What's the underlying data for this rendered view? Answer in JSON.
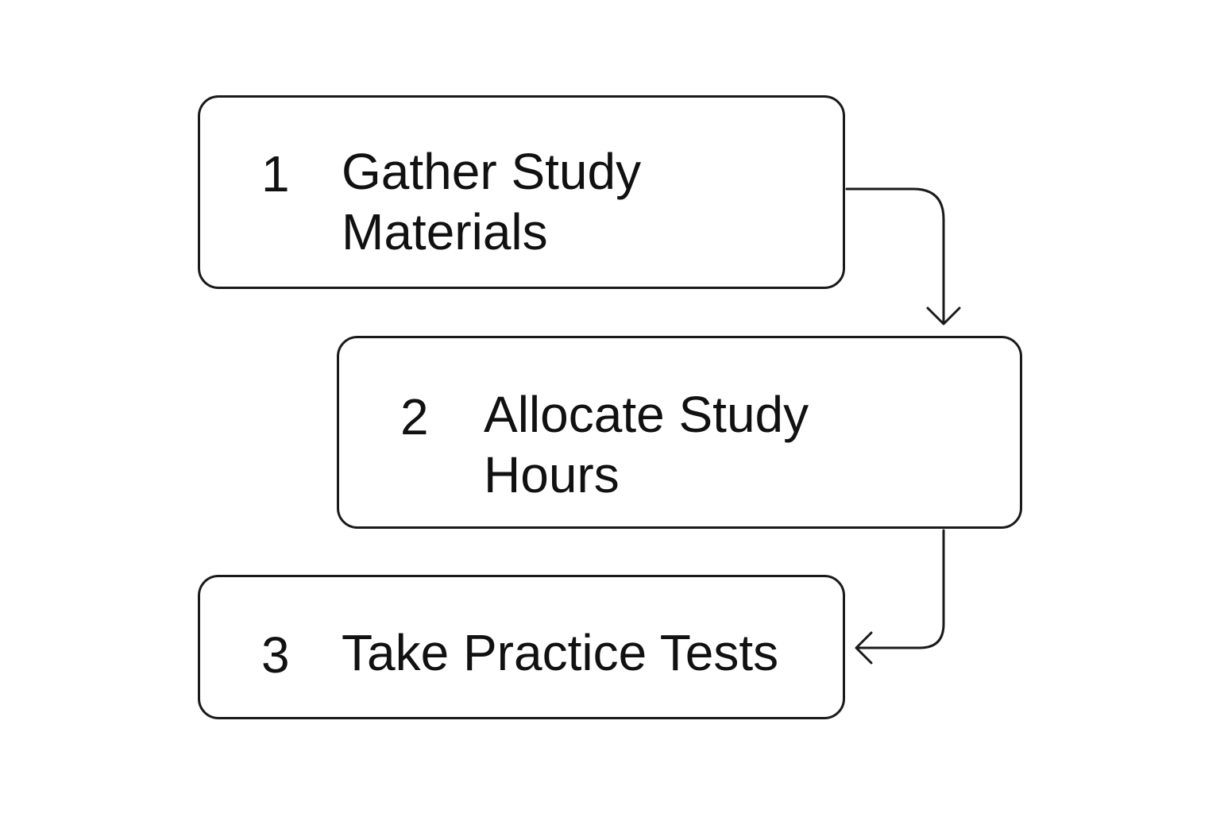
{
  "steps": [
    {
      "number": "1",
      "label": "Gather Study\nMaterials"
    },
    {
      "number": "2",
      "label": "Allocate Study\nHours"
    },
    {
      "number": "3",
      "label": "Take Practice Tests"
    }
  ],
  "colors": {
    "stroke": "#1a1a1a",
    "text": "#111111",
    "background": "#ffffff"
  },
  "icons": {
    "arrow_1_to_2": "arrow-down-icon",
    "arrow_2_to_3": "arrow-left-icon"
  }
}
